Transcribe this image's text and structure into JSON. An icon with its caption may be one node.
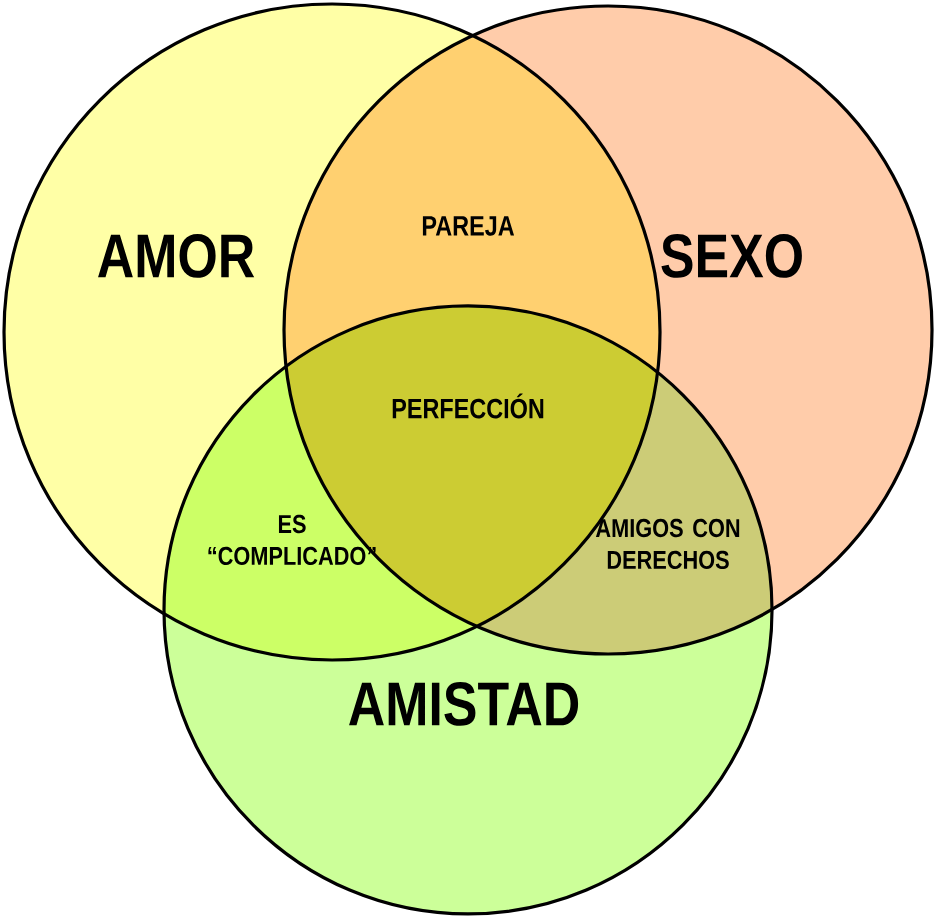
{
  "diagram": {
    "nodes": [
      {
        "text": [
          "AMOR"
        ]
      },
      {
        "text": [
          "SEXO"
        ]
      },
      {
        "text": [
          "AMISTAD"
        ]
      }
    ],
    "labels": [
      "PAREJA",
      "PERFECCIÓN",
      "ES “COMPLICADO”",
      "AMIGOS CON DERECHOS"
    ]
  }
}
